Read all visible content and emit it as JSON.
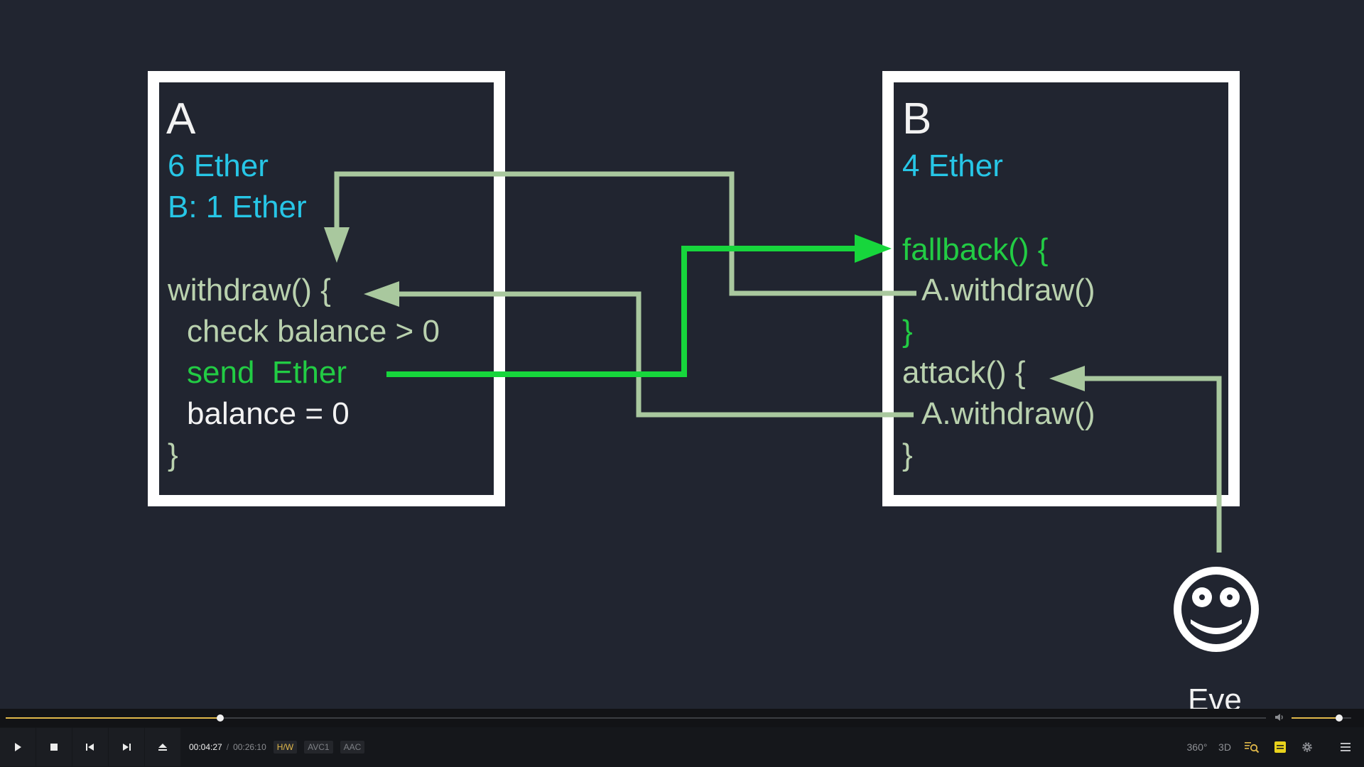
{
  "slide": {
    "box_a": {
      "title": "A",
      "balance": "6 Ether",
      "ledger": "B: 1 Ether",
      "code": [
        "withdraw() {",
        "check balance > 0",
        "send  Ether",
        "balance = 0",
        "}"
      ]
    },
    "box_b": {
      "title": "B",
      "balance": "4 Ether",
      "code": [
        "fallback() {",
        "A.withdraw()",
        "}",
        "attack() {",
        "A.withdraw()",
        "}"
      ]
    },
    "actor": {
      "name": "Eve",
      "icon": "smiley-face-icon"
    },
    "colors": {
      "background": "#212530",
      "box_border": "#ffffff",
      "cyan_text": "#27c6e6",
      "green_text": "#22cc44",
      "sage_text": "#b9d1ae",
      "white_text": "#f2f2f2",
      "sage_arrow": "#a9c89e",
      "green_arrow": "#17d63c"
    }
  },
  "player": {
    "time_current": "00:04:27",
    "time_separator": "/",
    "time_total": "00:26:10",
    "tags": [
      "H/W",
      "AVC1",
      "AAC"
    ],
    "progress_fraction": 0.17,
    "volume_fraction": 0.8,
    "buttons": {
      "play": "play-icon",
      "stop": "stop-icon",
      "previous": "skip-previous-icon",
      "next": "skip-next-icon",
      "open": "eject-icon"
    },
    "right_controls": {
      "vr_label": "360°",
      "three_d_label": "3D",
      "playlist_search": "playlist-search-icon",
      "subtitle": "subtitle-icon",
      "settings": "gear-icon",
      "menu": "hamburger-menu-icon"
    },
    "accent_color": "#e0b84a"
  }
}
